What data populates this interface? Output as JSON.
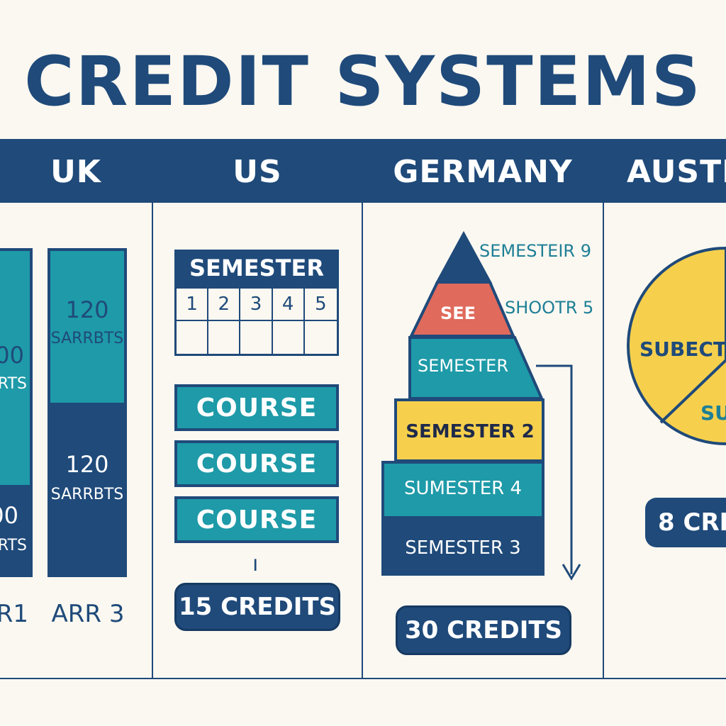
{
  "title": "CREDIT SYSTEMS",
  "colors": {
    "navy": "#1f4a7a",
    "teal": "#1e9aa8",
    "yellow": "#f6d04d",
    "coral": "#e06a5c",
    "background": "#fbf8f1"
  },
  "columns": [
    {
      "id": "uk",
      "heading": "UK"
    },
    {
      "id": "us",
      "heading": "US"
    },
    {
      "id": "germany",
      "heading": "GERMANY"
    },
    {
      "id": "australia",
      "heading": "AUSTR"
    }
  ],
  "uk": {
    "bar_left": {
      "top_value": "00",
      "top_label": "RTS",
      "bottom_value": "00",
      "bottom_label": "RTS",
      "caption": "R1"
    },
    "bar_right": {
      "top_value": "120",
      "top_label": "SARRBTS",
      "bottom_value": "120",
      "bottom_label": "SARRBTS",
      "caption": "ARR 3"
    }
  },
  "us": {
    "semester_label": "SEMESTER",
    "semester_numbers": [
      "1",
      "2",
      "3",
      "4",
      "5"
    ],
    "courses": [
      "COURSE",
      "COURSE",
      "COURSE"
    ],
    "tick": "ı",
    "credits": "15 CREDITS"
  },
  "germany": {
    "pyramid_top_note": "SEMESTEIR 9",
    "pyramid_apex_label": "SEE",
    "pyramid_apex_note": "SHOOTR 5",
    "levels": [
      "SEMESTER",
      "SEMESTER 2",
      "SUMESTER 4",
      "SEMESTER 3"
    ],
    "credits": "30 CREDITS"
  },
  "australia": {
    "pie_labels": [
      "SUBECT",
      "SU"
    ],
    "credits": "8 CRE"
  }
}
